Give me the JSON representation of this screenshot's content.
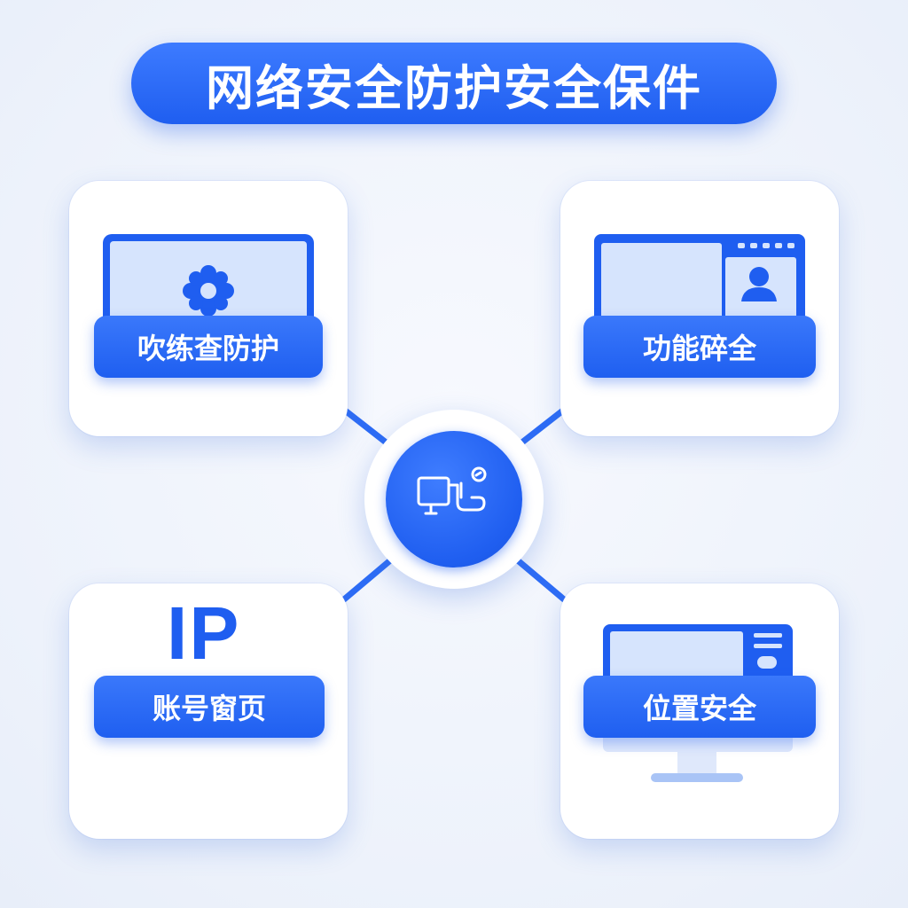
{
  "title": "网络安全防护安全保件",
  "hub": {
    "icon": "connected-device-icon"
  },
  "cards": {
    "top_left": {
      "label": "吹练查防护",
      "icon": "gear-monitor-icon"
    },
    "top_right": {
      "label": "功能碎全",
      "icon": "user-profile-monitor-icon"
    },
    "bottom_left": {
      "heading": "IP",
      "label": "账号窗页"
    },
    "bottom_right": {
      "label": "位置安全",
      "icon": "desktop-monitor-icon"
    }
  },
  "colors": {
    "primary": "#1f5ef0",
    "primary_light": "#3d7bff",
    "screen": "#d6e4fd",
    "background": "#eef3fb",
    "card": "#ffffff"
  }
}
